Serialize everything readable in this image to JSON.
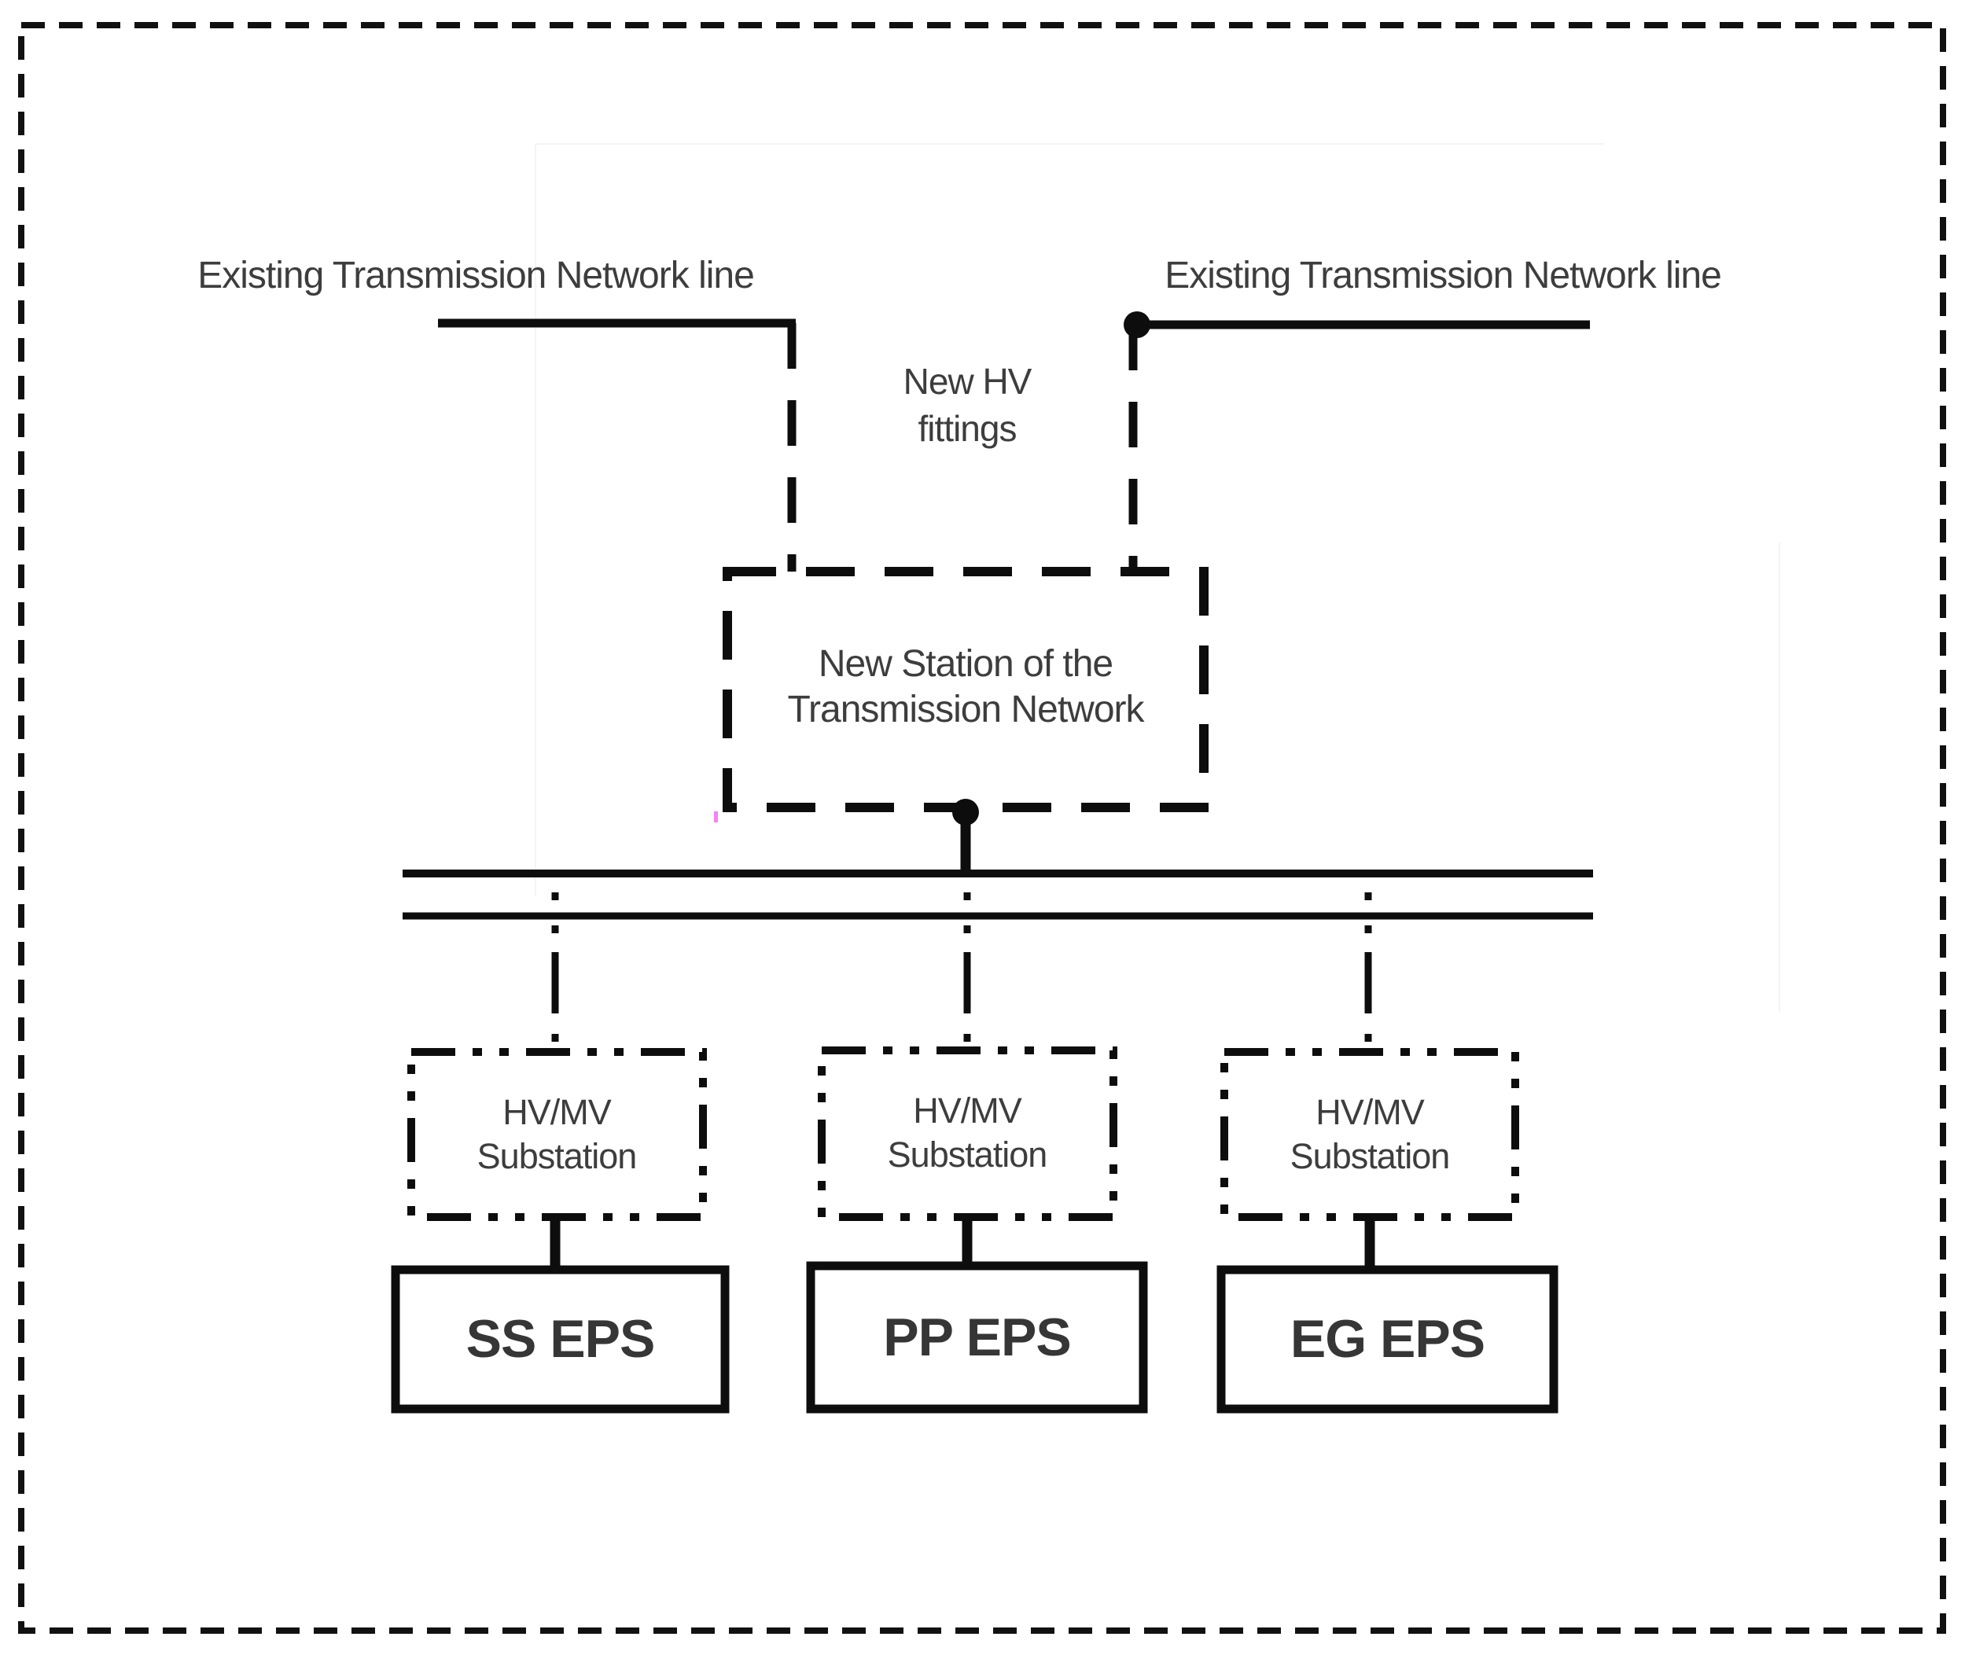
{
  "figure": {
    "colors": {
      "background": "#ffffff",
      "ink": "#0d0d0d",
      "label_text": "#3d3d3d",
      "eps_text": "#363636",
      "pink_artifact": "#f661f1"
    },
    "top": {
      "left_line_label": "Existing Transmission Network line",
      "right_line_label": "Existing Transmission Network line",
      "fittings_label": "New HV\nfittings"
    },
    "station": {
      "label": "New Station of the\nTransmission Network"
    },
    "branches": [
      {
        "substation_label": "HV/MV\nSubstation",
        "eps_label": "SS EPS"
      },
      {
        "substation_label": "HV/MV\nSubstation",
        "eps_label": "PP EPS"
      },
      {
        "substation_label": "HV/MV\nSubstation",
        "eps_label": "EG EPS"
      }
    ]
  }
}
